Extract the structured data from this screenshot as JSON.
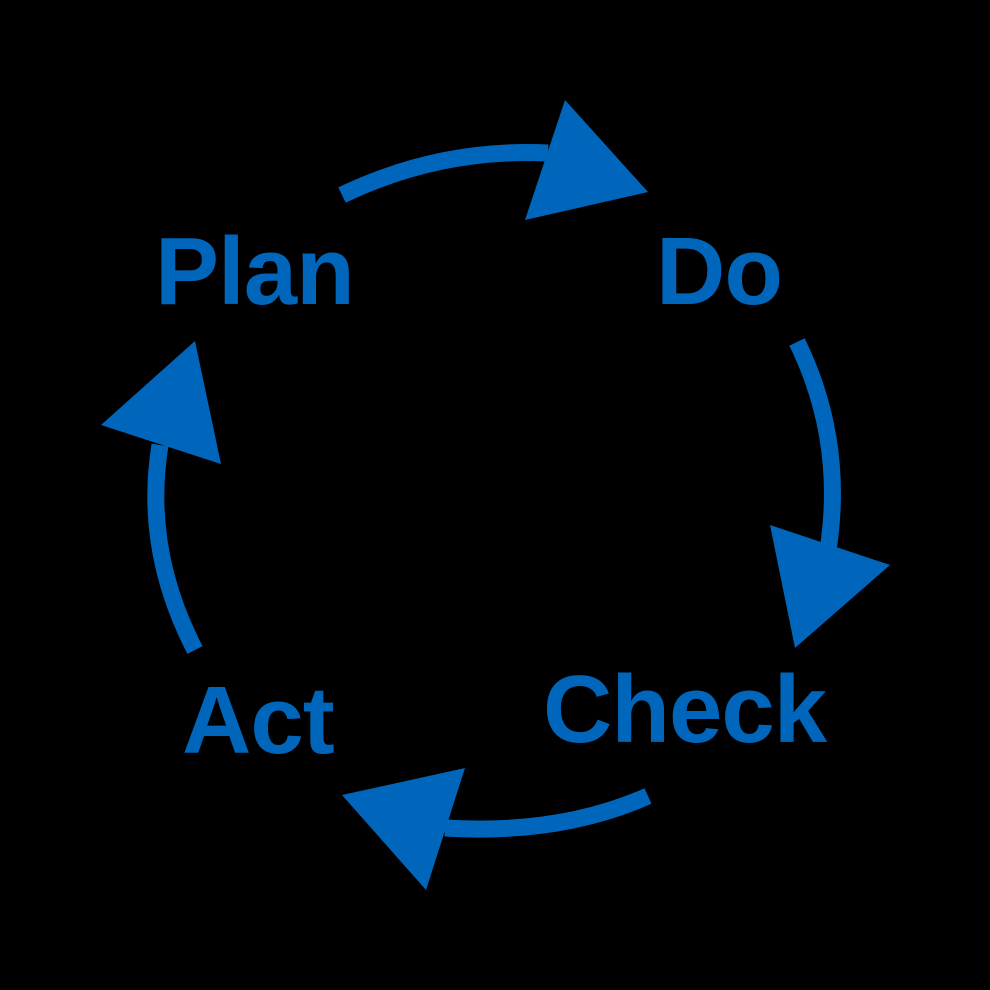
{
  "diagram": {
    "type": "cycle",
    "background": "#000000",
    "accent_color": "#0066BB",
    "steps": [
      {
        "label": "Plan"
      },
      {
        "label": "Do"
      },
      {
        "label": "Check"
      },
      {
        "label": "Act"
      }
    ],
    "arrows": [
      {
        "from": "Plan",
        "to": "Do"
      },
      {
        "from": "Do",
        "to": "Check"
      },
      {
        "from": "Check",
        "to": "Act"
      },
      {
        "from": "Act",
        "to": "Plan"
      }
    ]
  }
}
